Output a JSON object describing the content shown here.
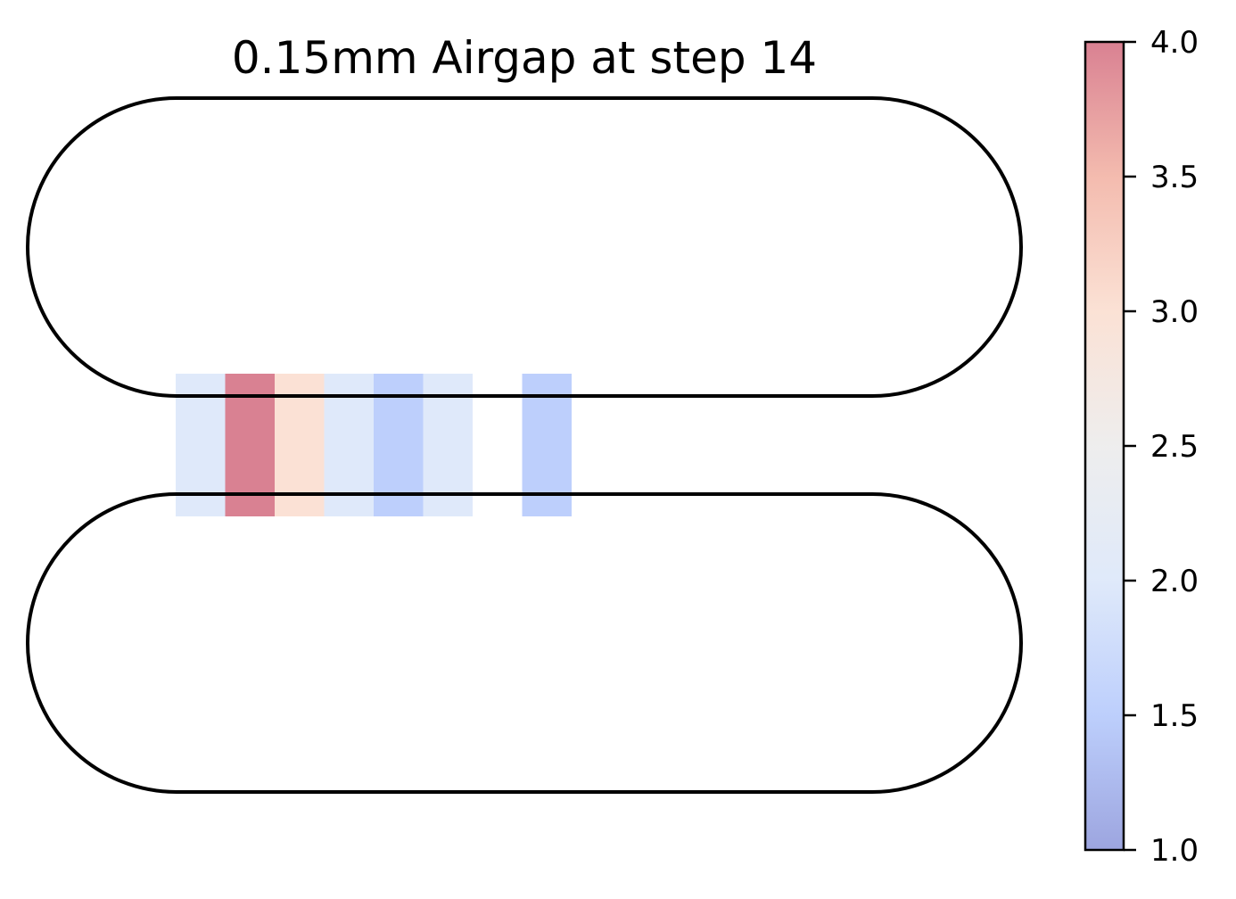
{
  "chart_data": {
    "type": "heatmap",
    "title": "0.15mm Airgap at step 14",
    "colormap": "coolwarm",
    "alpha": 0.5,
    "clim": [
      1.0,
      4.0
    ],
    "colorbar": {
      "placement": "right",
      "ticks": [
        1.0,
        1.5,
        2.0,
        2.5,
        3.0,
        3.5,
        4.0
      ],
      "tick_labels": [
        "1.0",
        "1.5",
        "2.0",
        "2.5",
        "3.0",
        "3.5",
        "4.0"
      ]
    },
    "cells": [
      {
        "column": 0,
        "value": 2.0
      },
      {
        "column": 1,
        "value": 4.0
      },
      {
        "column": 2,
        "value": 3.0
      },
      {
        "column": 3,
        "value": 2.0
      },
      {
        "column": 4,
        "value": 1.5
      },
      {
        "column": 5,
        "value": 2.0
      },
      {
        "column": 6,
        "value": null
      },
      {
        "column": 7,
        "value": 1.5
      }
    ],
    "axes_visible": false
  }
}
